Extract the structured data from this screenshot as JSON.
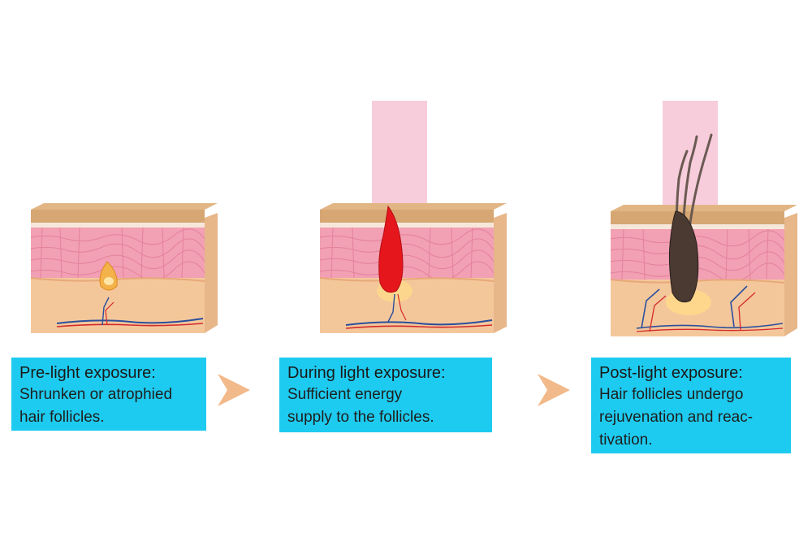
{
  "stages": [
    {
      "title": "Pre-light exposure:",
      "description": "Shrunken or atrophied\nhair follicles."
    },
    {
      "title": "During light exposure:",
      "description": "Sufficient energy\nsupply to the follicles."
    },
    {
      "title": "Post-light exposure:",
      "description": "Hair follicles undergo\nrejuvenation and reac-\ntivation."
    }
  ],
  "icons": {
    "arrow": "chevron-right-icon"
  },
  "colors": {
    "caption_bg": "#1ecbf0",
    "arrow": "#f2b98a",
    "light_beam": "#f6c8d8",
    "epidermis_top": "#d6a772",
    "cells": "#f2a0b4",
    "dermis": "#f4c79b",
    "follicle_atrophied": "#f3b24a",
    "follicle_active": "#e5161c",
    "hair_regrown": "#4a3a32"
  }
}
